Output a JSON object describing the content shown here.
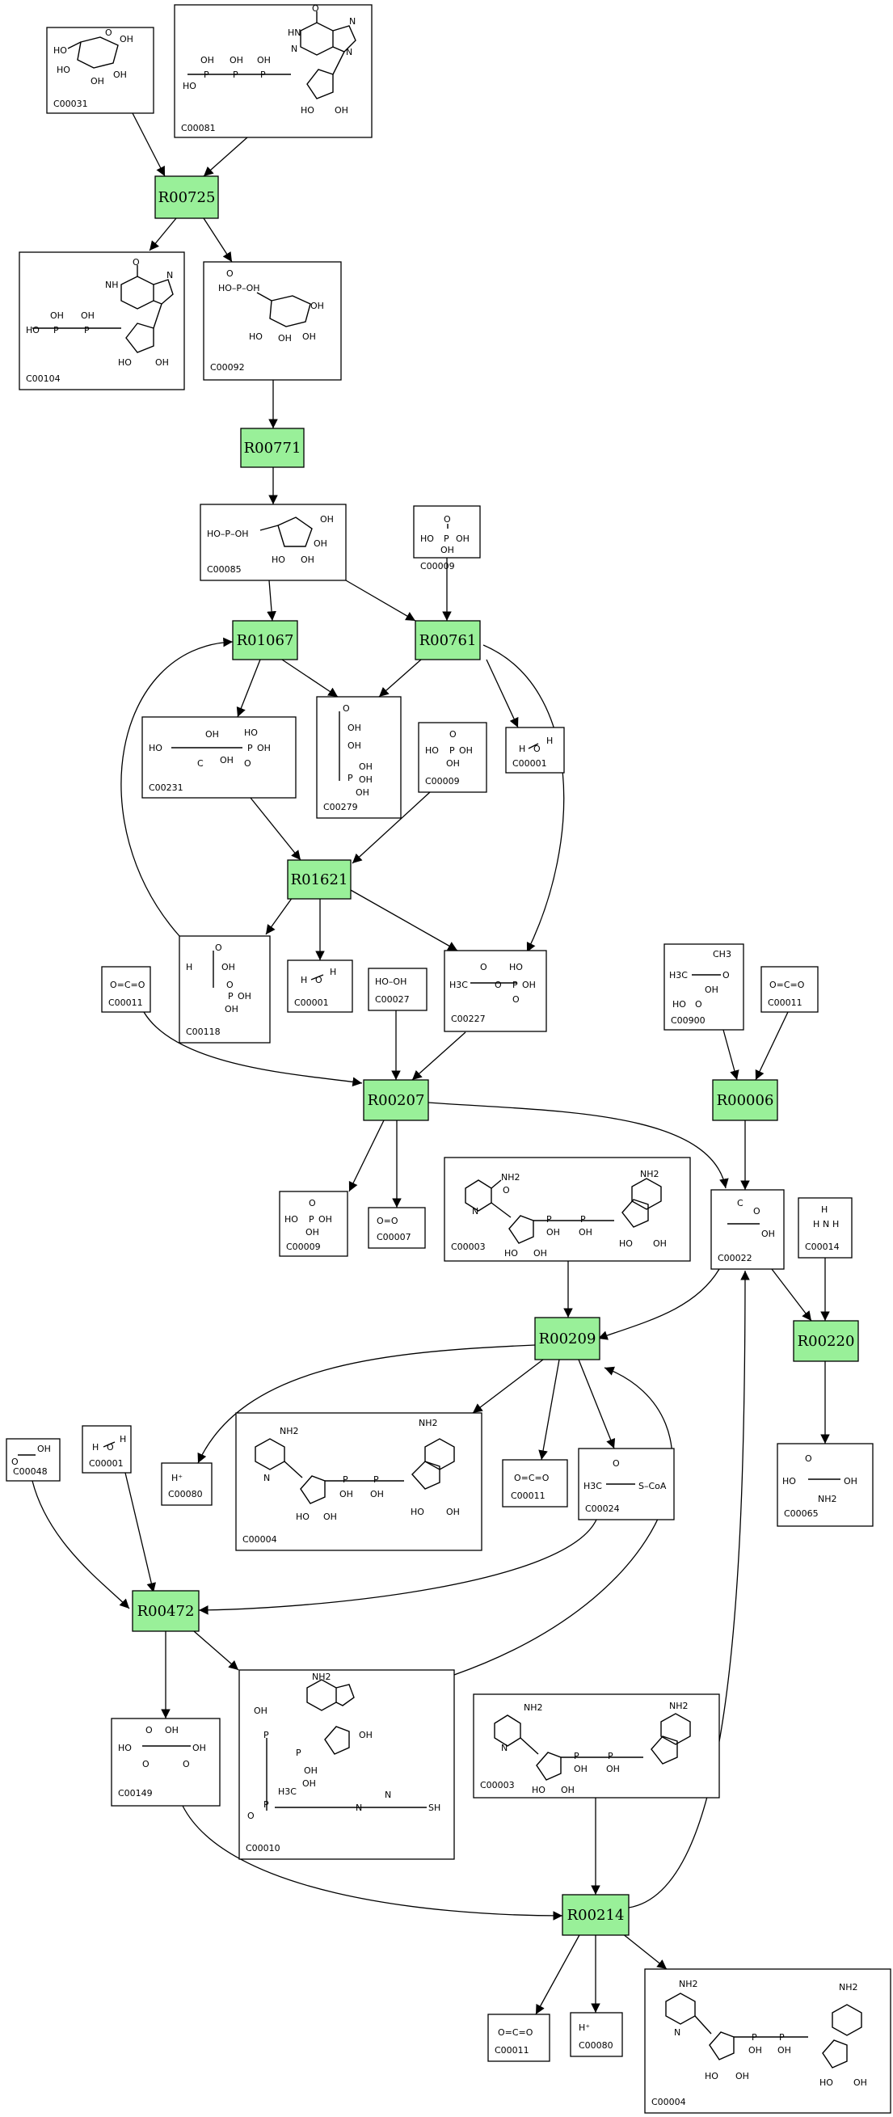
{
  "compounds": [
    {
      "id": "C00031",
      "structure": "glucose"
    },
    {
      "id": "C00081",
      "structure": "ITP"
    },
    {
      "id": "C00104",
      "structure": "IDP"
    },
    {
      "id": "C00092",
      "structure": "glucose-6-phosphate"
    },
    {
      "id": "C00085",
      "structure": "fructose-6-phosphate"
    },
    {
      "id": "C00009",
      "structure": "phosphate"
    },
    {
      "id": "C00231",
      "structure": "xylulose-5-phosphate"
    },
    {
      "id": "C00279",
      "structure": "erythrose-4-phosphate"
    },
    {
      "id": "C00009",
      "structure": "phosphate"
    },
    {
      "id": "C00001",
      "structure": "water"
    },
    {
      "id": "C00118",
      "structure": "glyceraldehyde-3-phosphate"
    },
    {
      "id": "C00001",
      "structure": "water"
    },
    {
      "id": "C00227",
      "structure": "acetyl-phosphate"
    },
    {
      "id": "C00011",
      "structure": "CO2"
    },
    {
      "id": "C00027",
      "structure": "hydrogen-peroxide"
    },
    {
      "id": "C00009",
      "structure": "phosphate"
    },
    {
      "id": "C00007",
      "structure": "oxygen"
    },
    {
      "id": "C00900",
      "structure": "2-acetolactate"
    },
    {
      "id": "C00011",
      "structure": "CO2"
    },
    {
      "id": "C00022",
      "structure": "pyruvate"
    },
    {
      "id": "C00014",
      "structure": "ammonia"
    },
    {
      "id": "C00003",
      "structure": "NAD+"
    },
    {
      "id": "C00080",
      "structure": "H+"
    },
    {
      "id": "C00004",
      "structure": "NADH"
    },
    {
      "id": "C00011",
      "structure": "CO2"
    },
    {
      "id": "C00024",
      "structure": "acetyl-CoA"
    },
    {
      "id": "C00065",
      "structure": "serine"
    },
    {
      "id": "C00048",
      "structure": "glyoxylate"
    },
    {
      "id": "C00001",
      "structure": "water"
    },
    {
      "id": "C00149",
      "structure": "malate"
    },
    {
      "id": "C00010",
      "structure": "CoA"
    },
    {
      "id": "C00003",
      "structure": "NAD+"
    },
    {
      "id": "C00011",
      "structure": "CO2"
    },
    {
      "id": "C00080",
      "structure": "H+"
    },
    {
      "id": "C00004",
      "structure": "NADH"
    }
  ],
  "reactions": [
    "R00725",
    "R00771",
    "R01067",
    "R00761",
    "R01621",
    "R00207",
    "R00006",
    "R00209",
    "R00220",
    "R00472",
    "R00214"
  ],
  "atoms": {
    "OH": "OH",
    "HO": "HO",
    "O": "O",
    "P": "P",
    "N": "N",
    "H": "H",
    "NH2": "NH2",
    "NH": "NH",
    "HOOH": "HO–OH",
    "OCO": "O=C=O",
    "OO": "O=O",
    "H3C": "H3C",
    "CH3": "CH3",
    "SCoA": "S–CoA",
    "Hplus": "H⁺",
    "SH": "SH",
    "HN": "HN",
    "C": "C",
    "HOPOH": "HO–P–OH"
  },
  "colors": {
    "reaction": "#99f099",
    "edge": "#000000",
    "box": "#ffffff"
  }
}
